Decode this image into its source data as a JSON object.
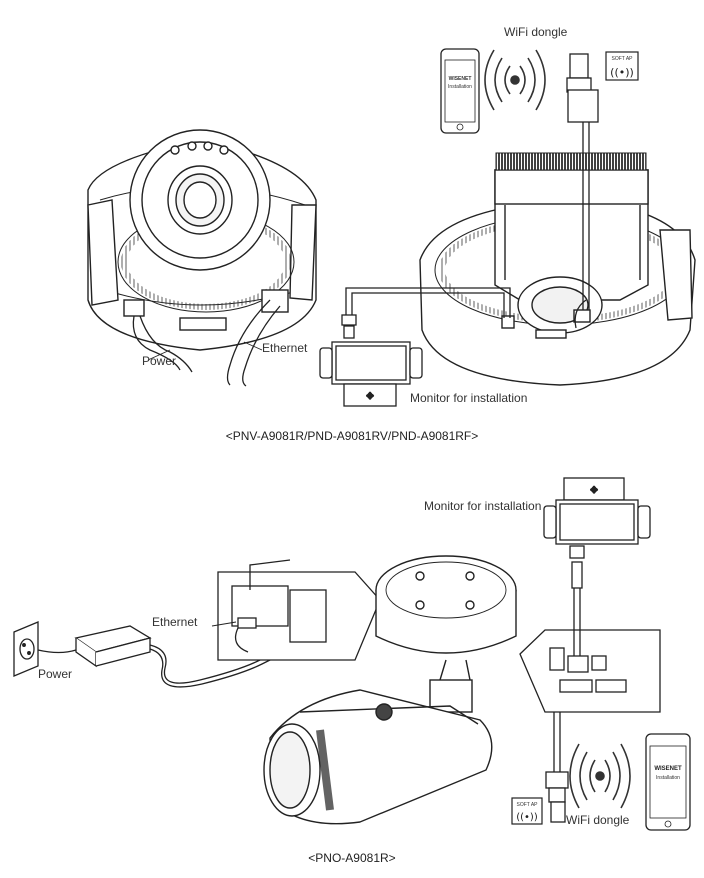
{
  "top_diagram": {
    "wifi_label": "WiFi dongle",
    "phone_text_line1": "WISENET",
    "phone_text_line2": "Installation",
    "softap_label": "SOFT AP",
    "power_label": "Power",
    "ethernet_label": "Ethernet",
    "monitor_label": "Monitor for installation",
    "caption": "<PNV-A9081R/PND-A9081RV/PND-A9081RF>"
  },
  "bottom_diagram": {
    "monitor_label": "Monitor for installation",
    "ethernet_label": "Ethernet",
    "power_label": "Power",
    "wifi_label": "WiFi dongle",
    "phone_text_line1": "WISENET",
    "phone_text_line2": "Installation",
    "softap_label": "SOFT AP",
    "caption": "<PNO-A9081R>"
  }
}
